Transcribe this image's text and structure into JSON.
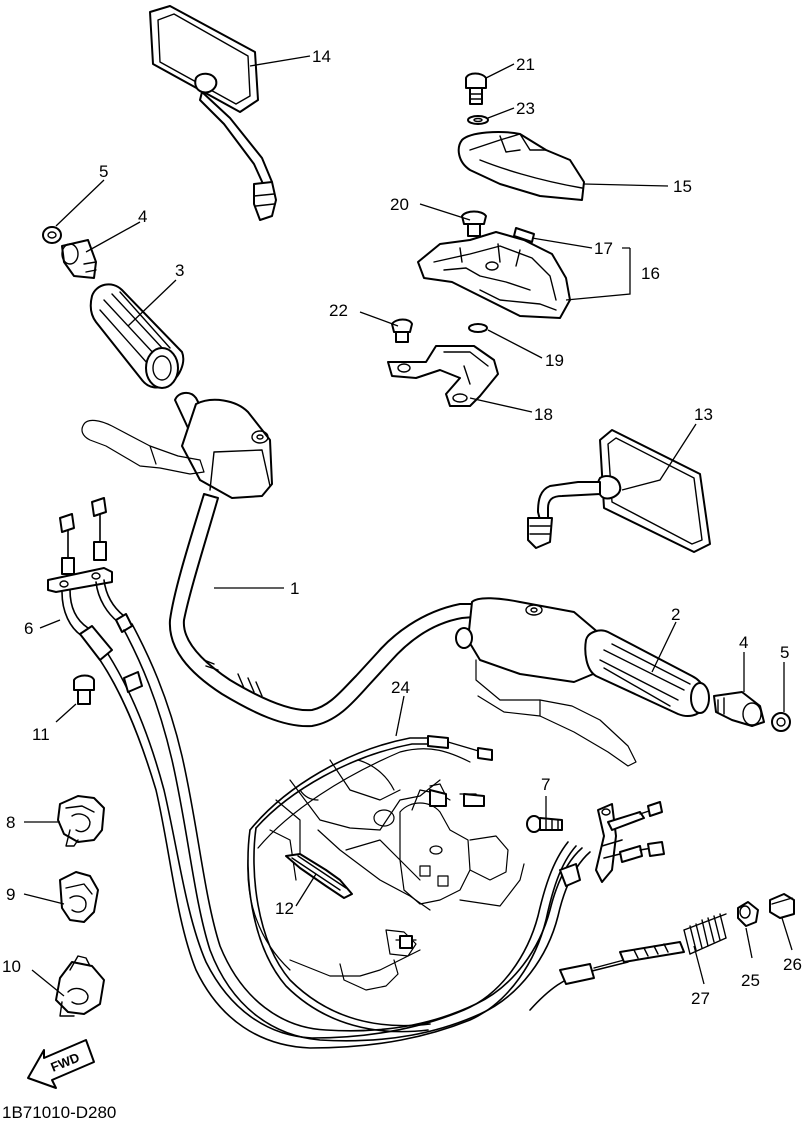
{
  "diagram": {
    "drawing_code": "1B71010-D280",
    "fwd_label": "FWD",
    "callouts": {
      "c1": "1",
      "c2": "2",
      "c3": "3",
      "c4a": "4",
      "c4b": "4",
      "c5a": "5",
      "c5b": "5",
      "c6": "6",
      "c7": "7",
      "c8": "8",
      "c9": "9",
      "c10": "10",
      "c11": "11",
      "c12": "12",
      "c13": "13",
      "c14": "14",
      "c15": "15",
      "c16": "16",
      "c17": "17",
      "c18": "18",
      "c19": "19",
      "c20": "20",
      "c21": "21",
      "c22": "22",
      "c23": "23",
      "c24": "24",
      "c25": "25",
      "c26": "26",
      "c27": "27"
    }
  }
}
